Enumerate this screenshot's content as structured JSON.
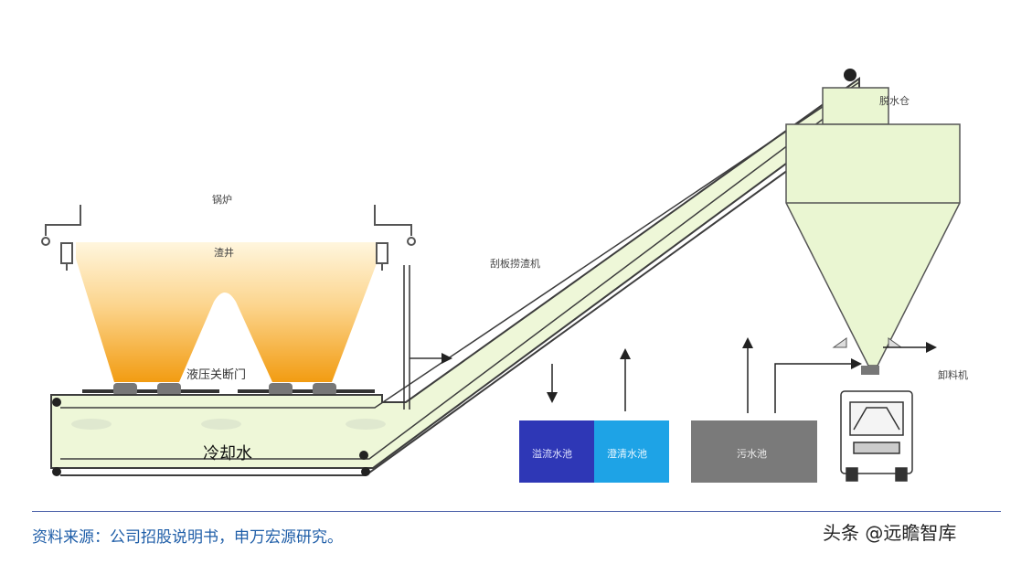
{
  "labels": {
    "boiler": "锅炉",
    "slag_well": "渣井",
    "hydraulic_gate": "液压关断门",
    "cooling_water": "冷却水",
    "scraper": "刮板捞渣机",
    "dewatering_bin": "脱水仓",
    "unloader": "卸料机",
    "overflow_pool": "溢流水池",
    "clear_pool": "澄清水池",
    "sewage_pool": "污水池"
  },
  "colors": {
    "bath_fill": "#eef7d8",
    "silo_fill": "#eaf6d2",
    "overflow_pool": "#2e37b6",
    "clear_pool": "#1ea3e6",
    "sewage_pool": "#7a7a7a",
    "hopper_top": "#fff3d6",
    "hopper_bottom": "#f2a21a",
    "footer_text": "#1f5ea8"
  },
  "footer": {
    "source": "资料来源：公司招股说明书，申万宏源研究。",
    "watermark": "头条 @远瞻智库"
  }
}
